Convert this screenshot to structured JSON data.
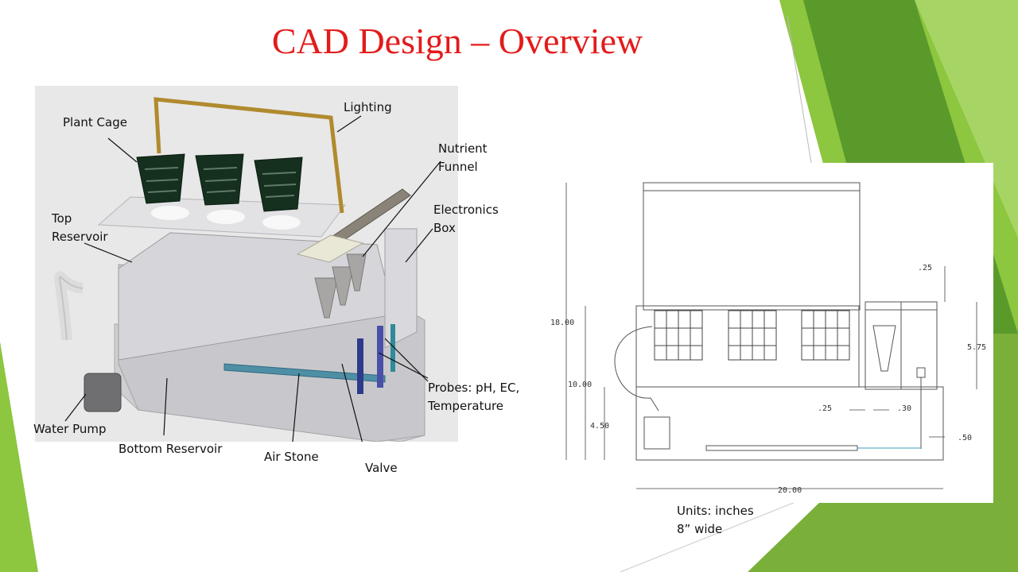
{
  "slide": {
    "title": "CAD Design – Overview",
    "colors": {
      "title": "#e31b1b",
      "accent_green": "#8dc63f",
      "accent_dark_green": "#5a9a2b"
    }
  },
  "render_labels": {
    "plant_cage": "Plant Cage",
    "lighting": "Lighting",
    "nutrient_funnel": "Nutrient\nFunnel",
    "electronics_box": "Electronics\nBox",
    "top_reservoir": "Top\nReservoir",
    "probes": "Probes: pH, EC,\nTemperature",
    "water_pump": "Water Pump",
    "bottom_reservoir": "Bottom Reservoir",
    "air_stone": "Air Stone",
    "valve": "Valve"
  },
  "drawing": {
    "dimensions": {
      "overall_height": "18.00",
      "reservoir_height": "10.00",
      "bottom_height": "4.50",
      "width": "20.00",
      "box_height": "5.75",
      "top_gap": ".25",
      "gap_a": ".25",
      "gap_b": ".30",
      "gap_c": ".50"
    },
    "units_note": "Units: inches\n8” wide"
  }
}
